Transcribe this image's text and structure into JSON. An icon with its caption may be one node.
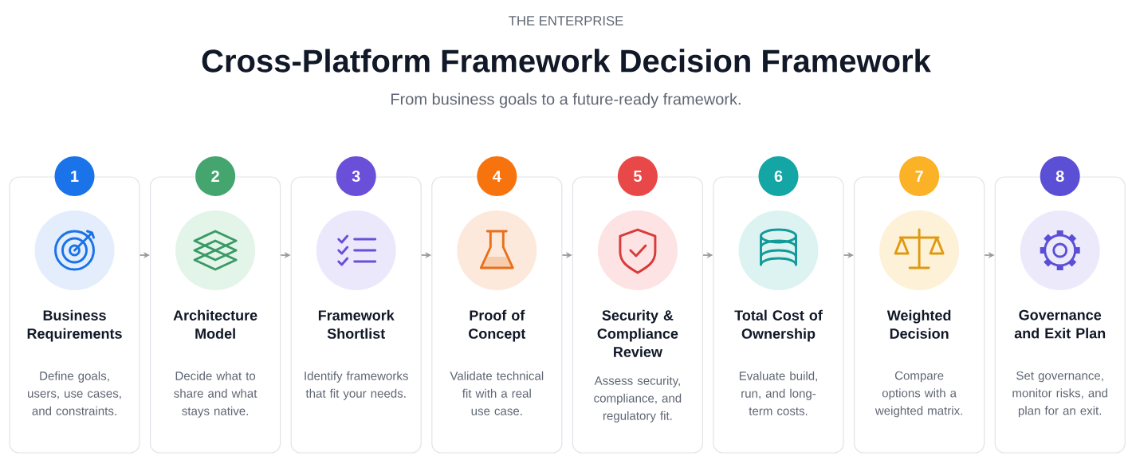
{
  "diagram": {
    "title": "Cross-Platform Framework Decision Framework",
    "nodes": [
      {
        "text": [
          "1",
          "Business Requirements",
          "Define goals, users, use cases, and constraints."
        ]
      },
      {
        "text": [
          "2",
          "Architecture Model",
          "Decide what to share and what stays native."
        ]
      },
      {
        "text": [
          "3",
          "Framework Shortlist",
          "Identify frameworks that fit your needs."
        ]
      },
      {
        "text": [
          "4",
          "Proof of Concept",
          "Validate technical fit with a real use case."
        ]
      },
      {
        "text": [
          "5",
          "Security & Compliance Review",
          "Assess security, compliance, and regulatory fit."
        ]
      },
      {
        "text": [
          "6",
          "Total Cost of Ownership",
          "Evaluate build, run, and long-term costs."
        ]
      },
      {
        "text": [
          "7",
          "Weighted Decision",
          "Compare options with a weighted matrix."
        ]
      },
      {
        "text": [
          "8",
          "Governance and Exit Plan",
          "Set governance, monitor risks, and plan for an exit."
        ]
      }
    ],
    "edges": [
      {
        "from": 0,
        "to": 1,
        "arrow": "to"
      },
      {
        "from": 1,
        "to": 2,
        "arrow": "to"
      },
      {
        "from": 2,
        "to": 3,
        "arrow": "to"
      },
      {
        "from": 3,
        "to": 4,
        "arrow": "to"
      },
      {
        "from": 4,
        "to": 5,
        "arrow": "to"
      },
      {
        "from": 5,
        "to": 6,
        "arrow": "to"
      },
      {
        "from": 6,
        "to": 7,
        "arrow": "to"
      }
    ],
    "labels": [
      "THE ENTERPRISE",
      "From business goals to a future-ready framework."
    ]
  }
}
